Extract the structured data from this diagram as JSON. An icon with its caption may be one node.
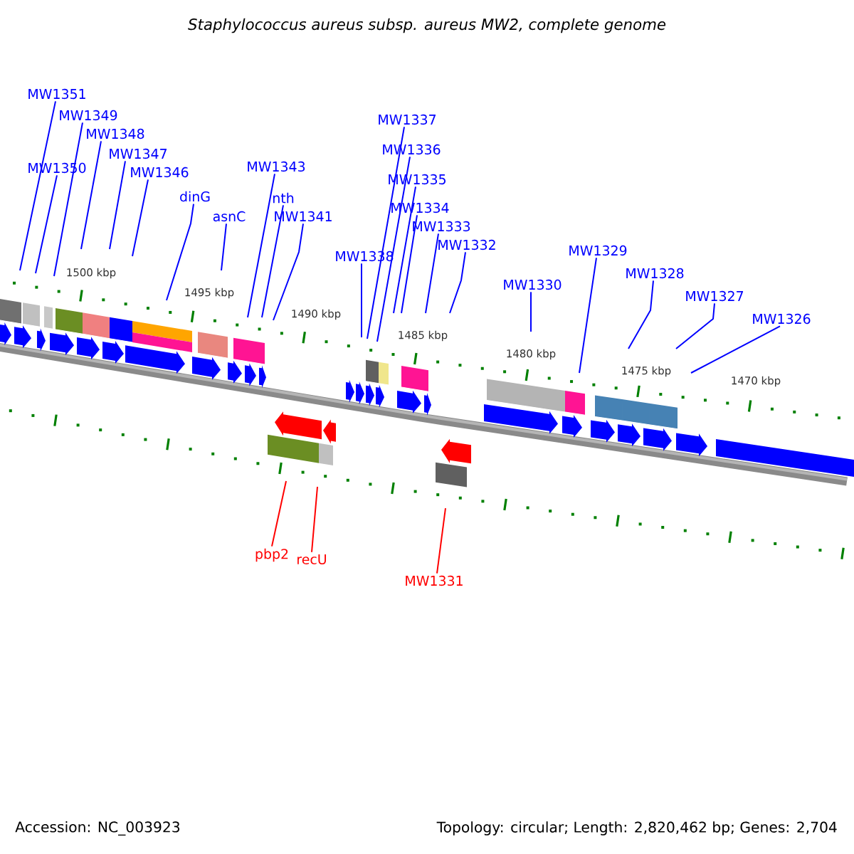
{
  "diagram": {
    "title": "Staphylococcus aureus subsp. aureus MW2, complete genome",
    "nodes": [
      {
        "text": [
          "MW1351"
        ]
      },
      {
        "text": [
          "MW1350"
        ]
      },
      {
        "text": [
          "MW1349"
        ]
      },
      {
        "text": [
          "MW1348"
        ]
      },
      {
        "text": [
          "MW1347"
        ]
      },
      {
        "text": [
          "MW1346"
        ]
      },
      {
        "text": [
          "dinG"
        ]
      },
      {
        "text": [
          "asnC"
        ]
      },
      {
        "text": [
          "MW1343"
        ]
      },
      {
        "text": [
          "nth"
        ]
      },
      {
        "text": [
          "MW1341"
        ]
      },
      {
        "text": [
          "MW1338"
        ]
      },
      {
        "text": [
          "MW1337"
        ]
      },
      {
        "text": [
          "MW1336"
        ]
      },
      {
        "text": [
          "MW1335"
        ]
      },
      {
        "text": [
          "MW1334"
        ]
      },
      {
        "text": [
          "MW1333"
        ]
      },
      {
        "text": [
          "MW1332"
        ]
      },
      {
        "text": [
          "MW1330"
        ]
      },
      {
        "text": [
          "MW1329"
        ]
      },
      {
        "text": [
          "MW1328"
        ]
      },
      {
        "text": [
          "MW1327"
        ]
      },
      {
        "text": [
          "MW1326"
        ]
      },
      {
        "text": [
          "pbp2"
        ]
      },
      {
        "text": [
          "recU"
        ]
      },
      {
        "text": [
          "MW1331"
        ]
      }
    ],
    "edges": [
      {
        "from": 0,
        "to": null,
        "arrow": "none"
      },
      {
        "from": 1,
        "to": null,
        "arrow": "none"
      },
      {
        "from": 2,
        "to": null,
        "arrow": "none"
      },
      {
        "from": 3,
        "to": null,
        "arrow": "none"
      },
      {
        "from": 4,
        "to": null,
        "arrow": "none"
      },
      {
        "from": 5,
        "to": null,
        "arrow": "none"
      },
      {
        "from": 6,
        "to": null,
        "arrow": "none"
      },
      {
        "from": 7,
        "to": null,
        "arrow": "none"
      },
      {
        "from": 8,
        "to": null,
        "arrow": "none"
      },
      {
        "from": 9,
        "to": null,
        "arrow": "none"
      },
      {
        "from": 10,
        "to": null,
        "arrow": "none"
      },
      {
        "from": 11,
        "to": null,
        "arrow": "none"
      },
      {
        "from": 12,
        "to": null,
        "arrow": "none"
      },
      {
        "from": 13,
        "to": null,
        "arrow": "none"
      },
      {
        "from": 14,
        "to": null,
        "arrow": "none"
      },
      {
        "from": 15,
        "to": null,
        "arrow": "none"
      },
      {
        "from": 16,
        "to": null,
        "arrow": "none"
      },
      {
        "from": 17,
        "to": null,
        "arrow": "none"
      },
      {
        "from": 18,
        "to": null,
        "arrow": "none"
      },
      {
        "from": 19,
        "to": null,
        "arrow": "none"
      },
      {
        "from": 20,
        "to": null,
        "arrow": "none"
      },
      {
        "from": 21,
        "to": null,
        "arrow": "none"
      },
      {
        "from": 22,
        "to": null,
        "arrow": "none"
      },
      {
        "from": 23,
        "to": null,
        "arrow": "none",
        "color": "#ff0000"
      },
      {
        "from": 24,
        "to": null,
        "arrow": "none",
        "color": "#ff0000"
      },
      {
        "from": 25,
        "to": null,
        "arrow": "none",
        "color": "#ff0000"
      }
    ],
    "labels": [
      "1500 kbp",
      "1495 kbp",
      "1490 kbp",
      "1485 kbp",
      "1480 kbp",
      "1475 kbp",
      "1470 kbp",
      "Accession: NC_003923",
      "Topology: circular; Length: 2,820,462 bp; Genes: 2,704"
    ]
  }
}
